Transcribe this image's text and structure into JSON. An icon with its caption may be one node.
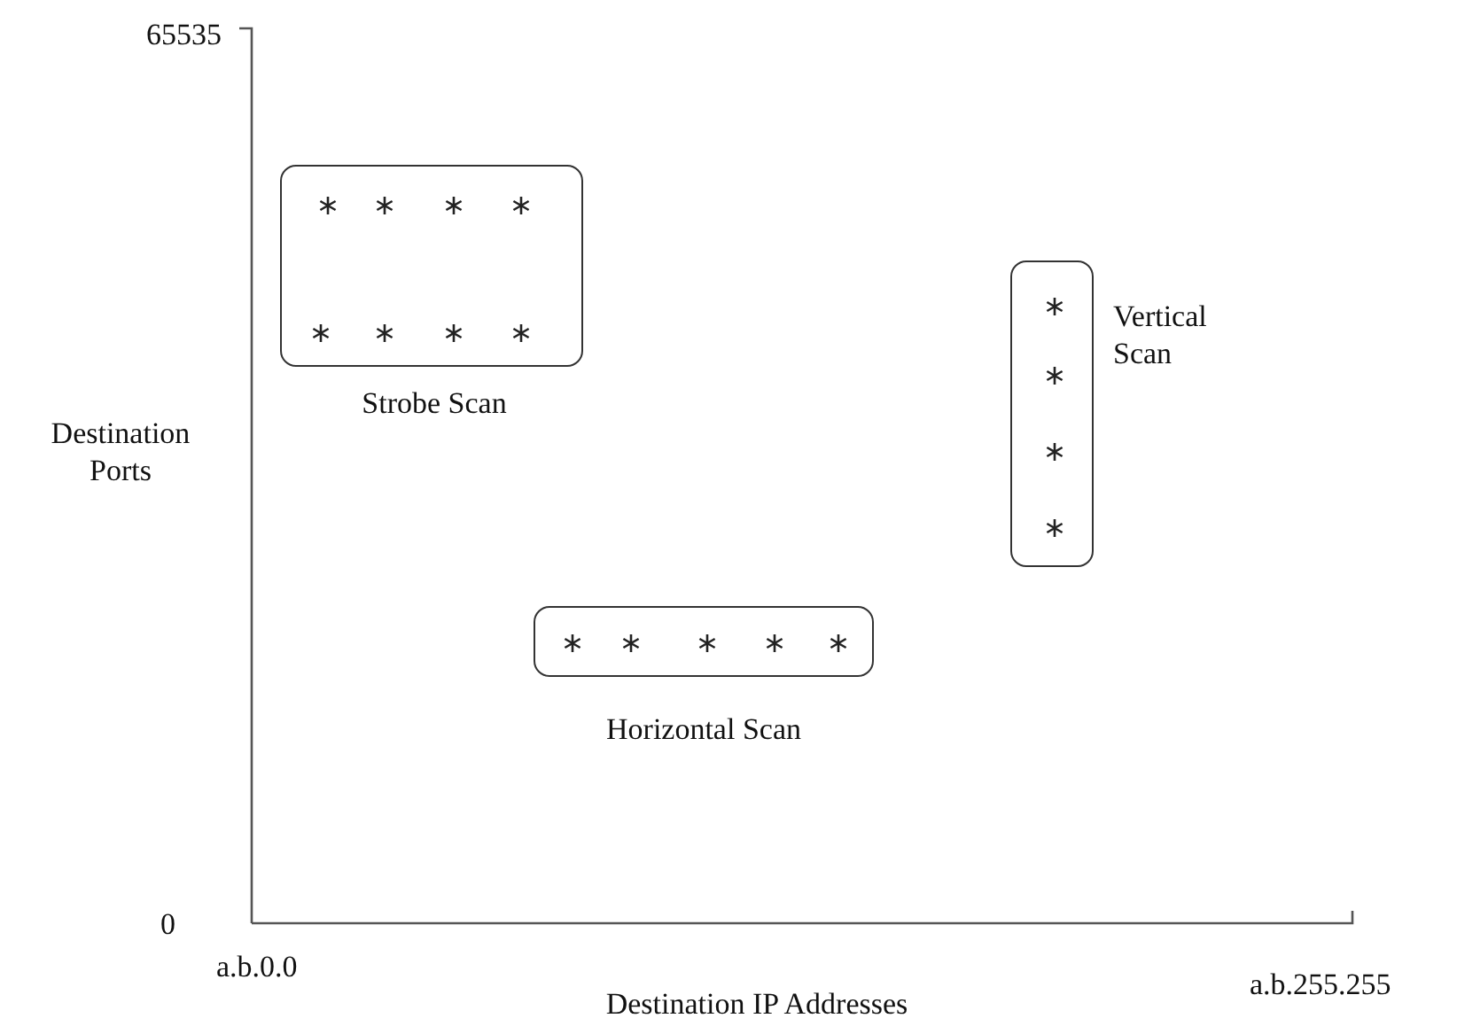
{
  "diagram": {
    "nodes": [
      {
        "text": [
          "Strobe Scan"
        ]
      },
      {
        "text": [
          "Vertical Scan"
        ]
      },
      {
        "text": [
          "Horizontal Scan"
        ]
      }
    ],
    "labels": [
      "65535",
      "Destination Ports",
      "0",
      "a.b.0.0",
      "Destination IP Addresses",
      "a.b.255.255"
    ]
  }
}
